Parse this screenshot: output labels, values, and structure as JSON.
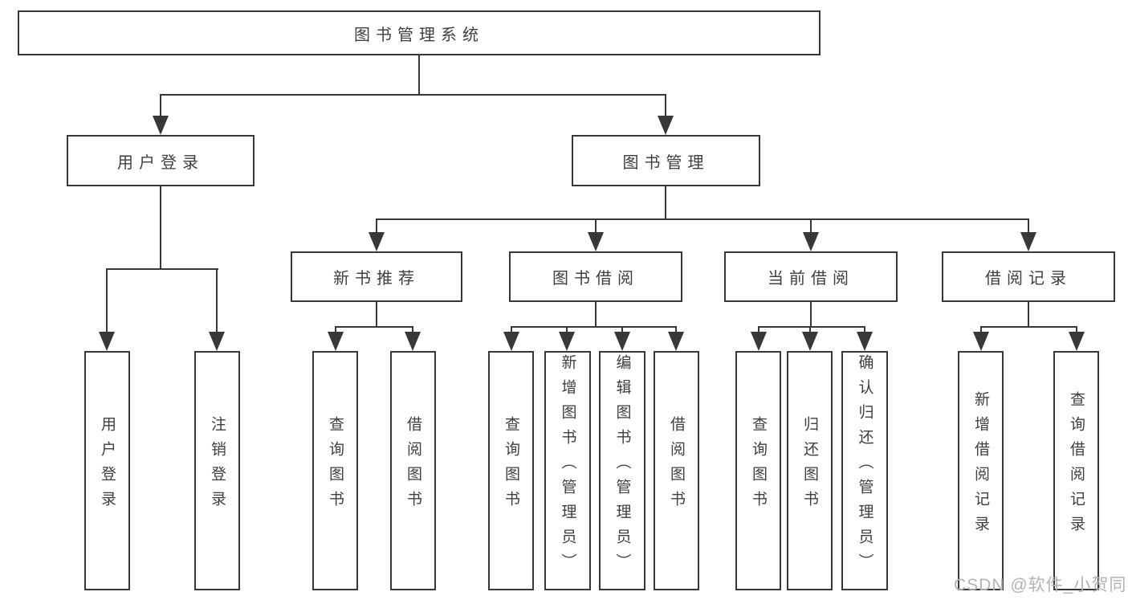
{
  "tree": {
    "label": "图书管理系统",
    "children": [
      {
        "label": "用户登录",
        "children": [
          {
            "label": "用户登录"
          },
          {
            "label": "注销登录"
          }
        ]
      },
      {
        "label": "图书管理",
        "children": [
          {
            "label": "新书推荐",
            "children": [
              {
                "label": "查询图书"
              },
              {
                "label": "借阅图书"
              }
            ]
          },
          {
            "label": "图书借阅",
            "children": [
              {
                "label": "查询图书"
              },
              {
                "label": "新增图书（管理员）"
              },
              {
                "label": "编辑图书（管理员）"
              },
              {
                "label": "借阅图书"
              }
            ]
          },
          {
            "label": "当前借阅",
            "children": [
              {
                "label": "查询图书"
              },
              {
                "label": "归还图书"
              },
              {
                "label": "确认归还（管理员）"
              }
            ]
          },
          {
            "label": "借阅记录",
            "children": [
              {
                "label": "新增借阅记录"
              },
              {
                "label": "查询借阅记录"
              }
            ]
          }
        ]
      }
    ]
  },
  "watermark": "CSDN @软件_小贺同学",
  "colors": {
    "line": "#383838",
    "text": "#3f3f3f",
    "watermark": "#b3b3b3",
    "background": "#ffffff"
  }
}
